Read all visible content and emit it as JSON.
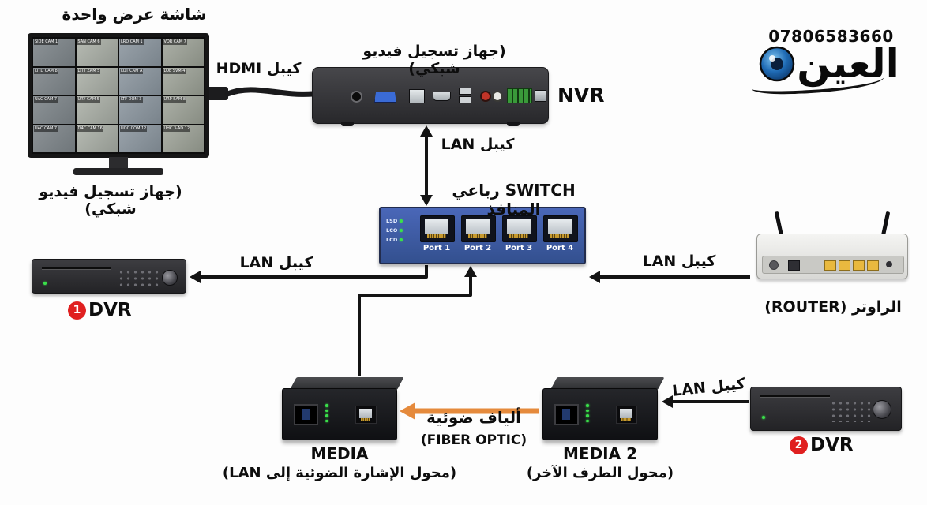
{
  "branding": {
    "phone": "07806583660",
    "logo": "العين"
  },
  "monitor": {
    "title": "شاشة عرض واحدة",
    "caption": "(جهاز تسجيل فيديو شبكي)",
    "cameras": [
      "SIDE CAM 1",
      "SAN CAM 6",
      "LRD CAM 1",
      "VOR CAM 7",
      "LITD CAM 8",
      "LITT ZAM 5",
      "LOT CAM A",
      "LOE SVM 4",
      "UAC CAM 7",
      "URY CAM 5",
      "LTF DOM 3",
      "URP SAM 8",
      "UAC CAM 7",
      "D4C CAM 16",
      "UOC COM 12",
      "UHC 3-AD 12"
    ]
  },
  "nvr": {
    "caption": "(جهاز تسجيل فيديو شبكي)",
    "label": "NVR"
  },
  "switch": {
    "title": "SWITCH رباعي المنافذ",
    "leds": [
      "LSD",
      "LCO",
      "LCD"
    ],
    "ports": [
      "Port 1",
      "Port 2",
      "Port 3",
      "Port 4"
    ]
  },
  "dvr1": {
    "number": "1",
    "label": "DVR"
  },
  "dvr2": {
    "number": "2",
    "label": "DVR"
  },
  "router": {
    "label": "الراوتر (ROUTER)"
  },
  "media1": {
    "title": "MEDIA",
    "caption": "(محول الإشارة الضوئية إلى LAN)"
  },
  "media2": {
    "title": "MEDIA 2",
    "caption": "(محول الطرف الآخر)"
  },
  "cables": {
    "hdmi": "كيبل HDMI",
    "lan_nvr": "كيبل LAN",
    "lan_dvr1": "كيبل LAN",
    "lan_router": "كيبل LAN",
    "lan_dvr2": "كيبل LAN",
    "fiber_ar": "ألياف ضوئية",
    "fiber_en": "(FIBER OPTIC)"
  },
  "colors": {
    "switch_blue": "#3b55a5",
    "fiber_orange": "#e58a3c",
    "badge_red": "#e02020",
    "led_green": "#3ae04a",
    "lan_port_yellow": "#e9b93f",
    "eye_blue": "#1f6bb5"
  }
}
